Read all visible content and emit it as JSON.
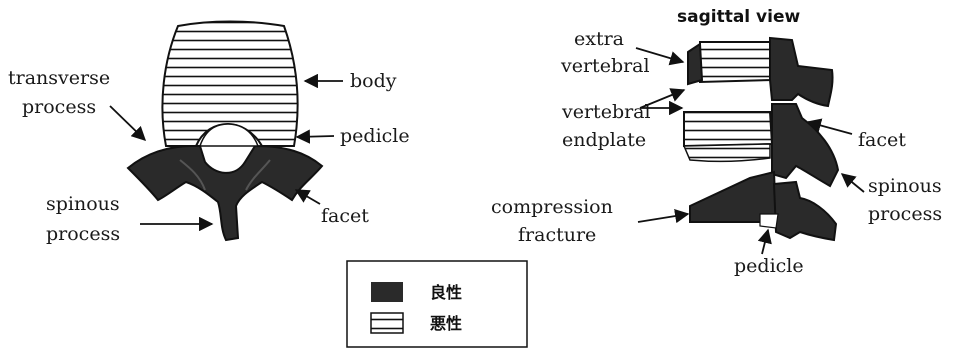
{
  "left_view": {
    "labels": {
      "transverse_line1": "transverse",
      "transverse_line2": "process",
      "body": "body",
      "pedicle": "pedicle",
      "spinous_line1": "spinous",
      "spinous_line2": "process",
      "facet": "facet"
    }
  },
  "right_view": {
    "title": "sagittal view",
    "labels": {
      "extra_line1": "extra",
      "extra_line2": "vertebral",
      "endplate_line1": "vertebral",
      "endplate_line2": "endplate",
      "compression_line1": "compression",
      "compression_line2": "fracture",
      "facet": "facet",
      "spinous_line1": "spinous",
      "spinous_line2": "process",
      "pedicle": "pedicle"
    }
  },
  "legend": {
    "items": [
      {
        "symbol": "solid-dark-swatch",
        "label": "良性"
      },
      {
        "symbol": "horizontal-stripes-swatch",
        "label": "悪性"
      }
    ]
  },
  "colors": {
    "benign_fill": "#2a2a2a",
    "malignant_stripe": "#111111",
    "background": "#ffffff"
  }
}
